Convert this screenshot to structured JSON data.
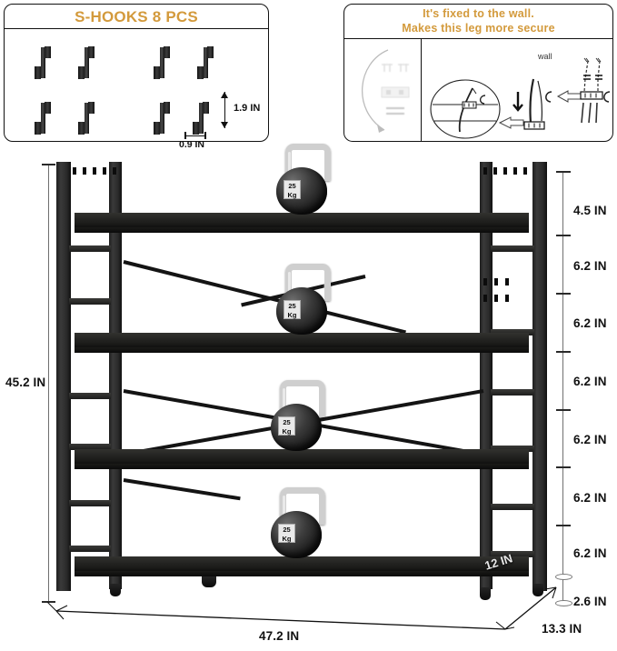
{
  "hooks_panel": {
    "title": "S-HOOKS 8 PCS",
    "count": 8,
    "hook_height_label": "1.9 IN",
    "hook_width_label": "0.9 IN",
    "hook_icon": "s-hook-icon"
  },
  "wall_panel": {
    "title_line1": "It's fixed to the wall.",
    "title_line2": "Makes this leg more secure",
    "wall_label": "wall"
  },
  "product": {
    "kettlebell_weight_line1": "25",
    "kettlebell_weight_line2": "Kg",
    "kettlebell_count": 4,
    "shelf_count": 4
  },
  "dimensions": {
    "total_height": "45.2 IN",
    "total_width": "47.2 IN",
    "total_depth": "13.3 IN",
    "shelf_depth": "12 IN",
    "right_segments": [
      "4.5 IN",
      "6.2 IN",
      "6.2 IN",
      "6.2 IN",
      "6.2 IN",
      "6.2 IN",
      "6.2 IN",
      "2.6 IN"
    ]
  },
  "colors": {
    "title_accent": "#d39a3c",
    "frame": "#1a1a1a",
    "dimension_line": "#6f6f6f",
    "panel_border": "#111111"
  }
}
